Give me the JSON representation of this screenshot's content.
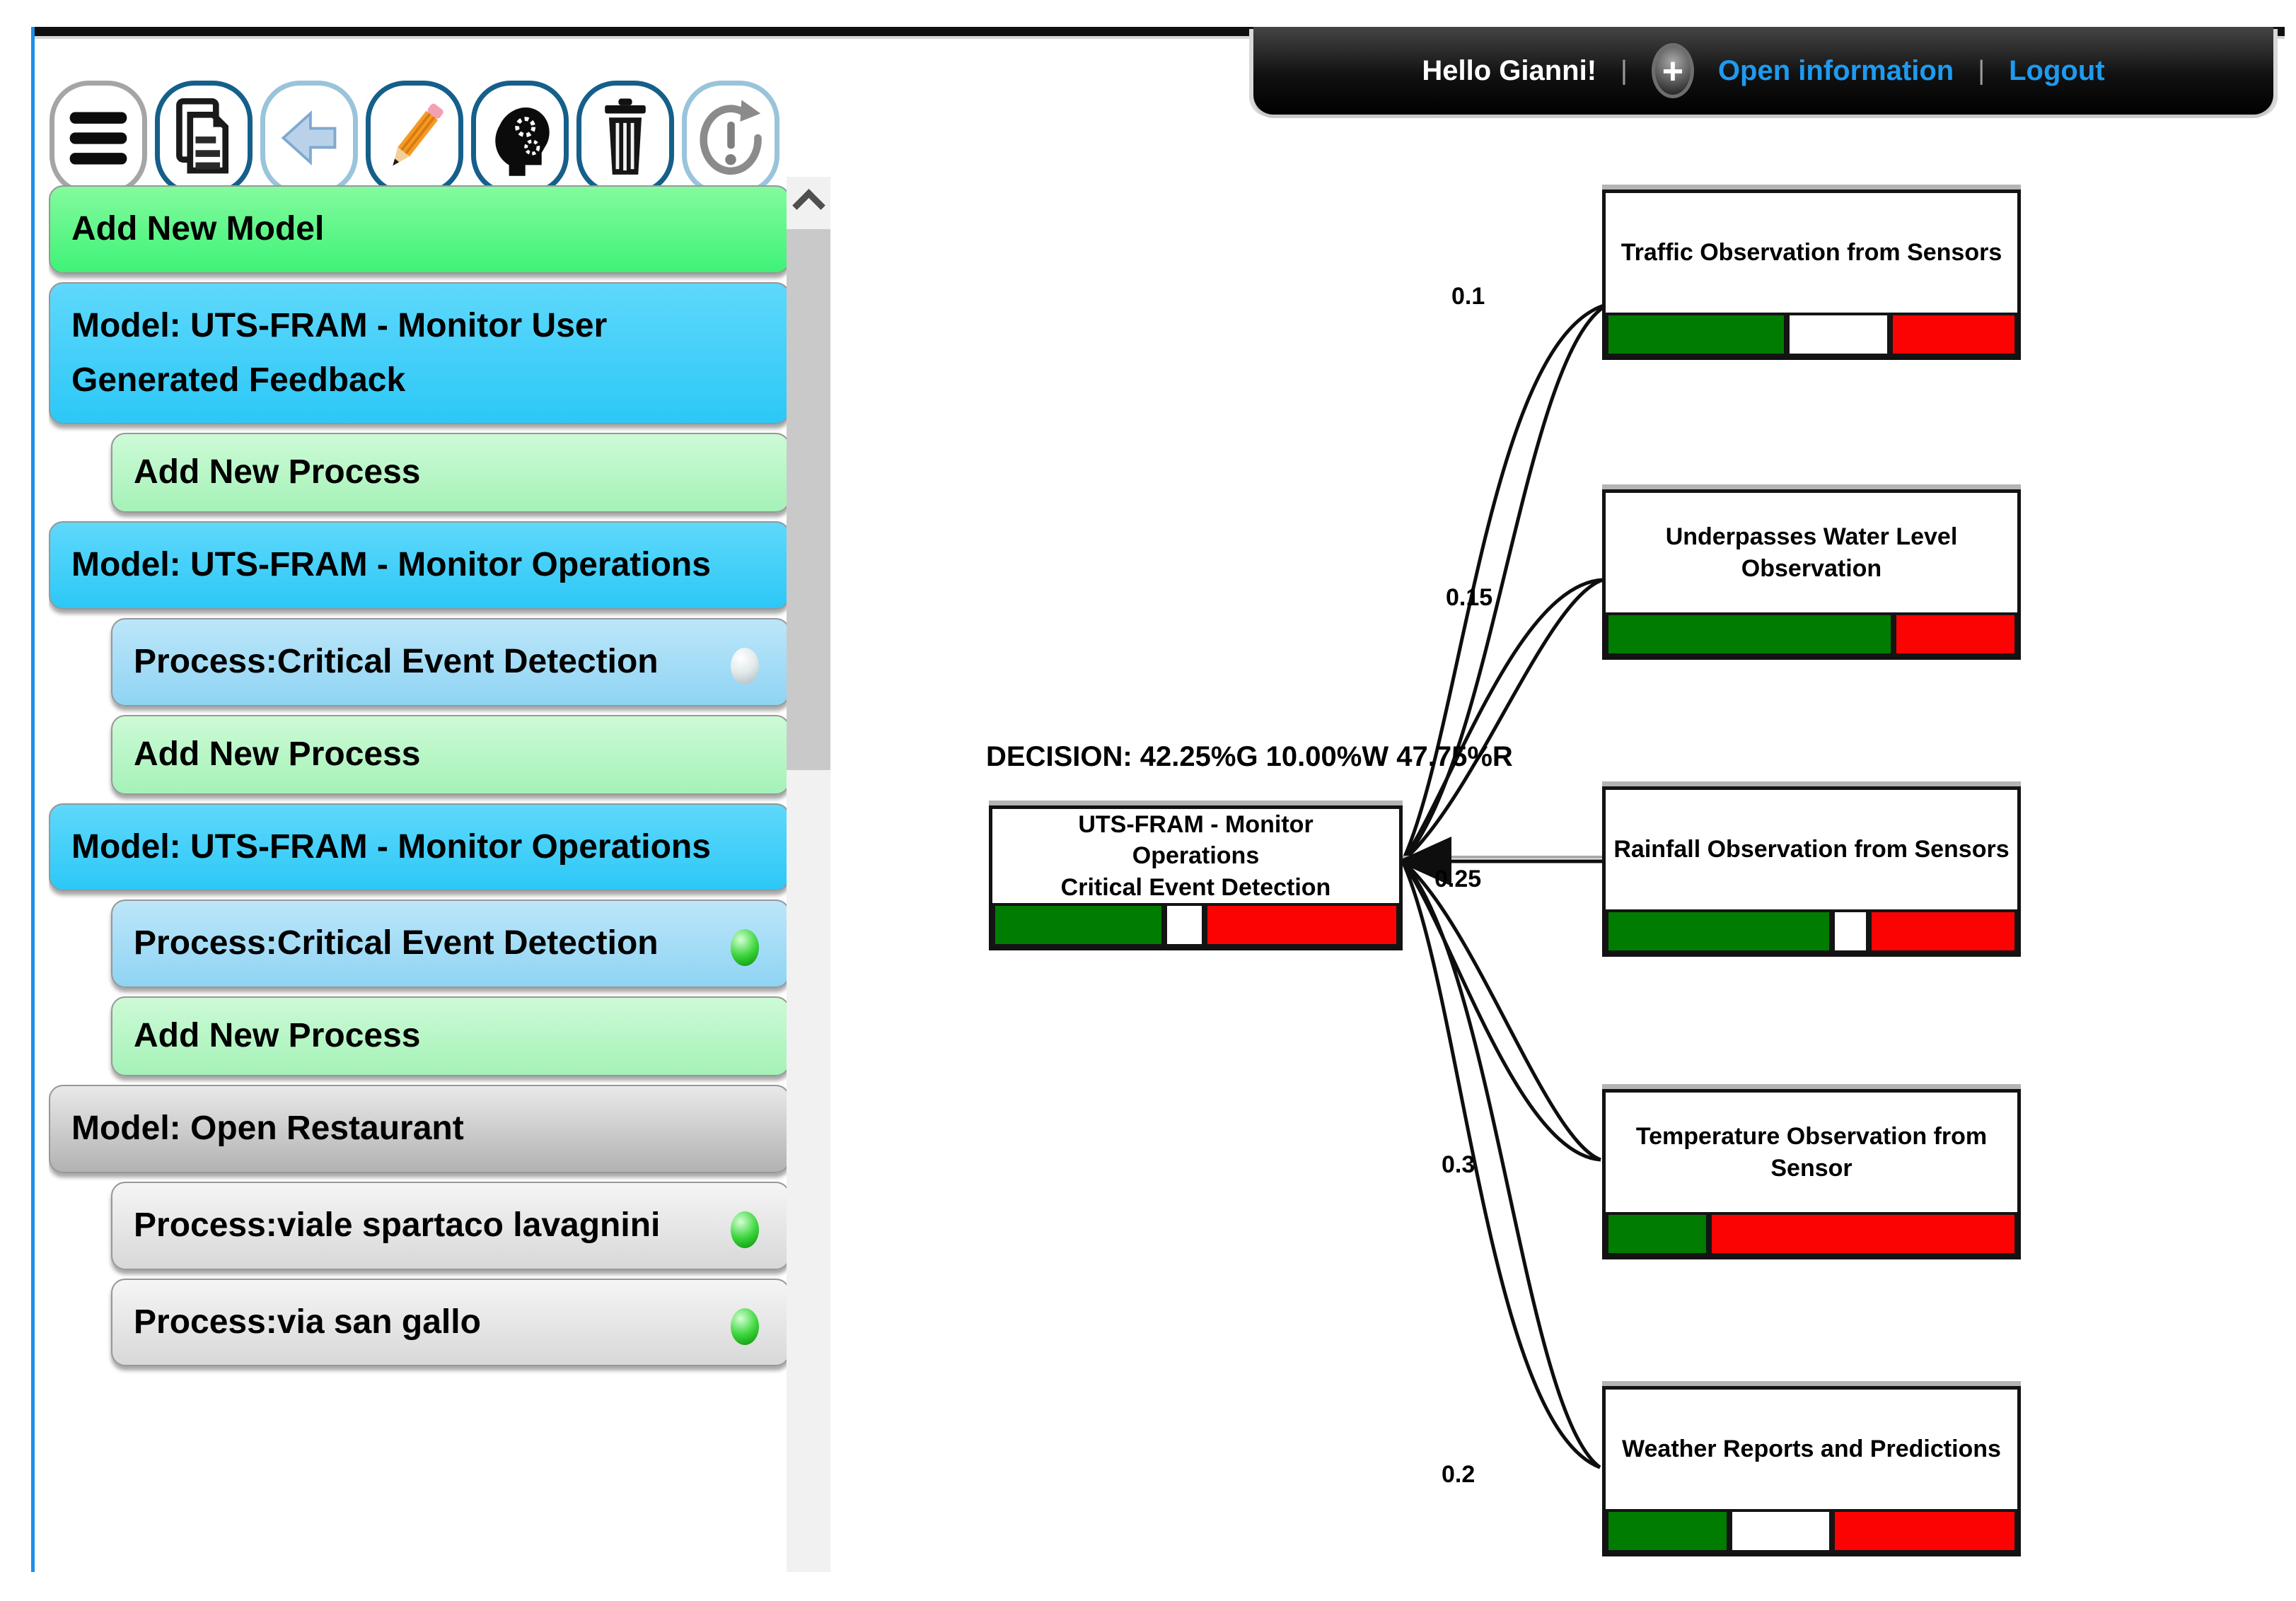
{
  "header": {
    "greeting": "Hello Gianni!",
    "separator": "|",
    "plus_label": "+",
    "links": [
      {
        "label": "Open information"
      },
      {
        "label": "Logout"
      }
    ],
    "link_color": "#1e9bf0"
  },
  "toolbar": {
    "icons": [
      {
        "name": "menu-icon"
      },
      {
        "name": "documents-icon"
      },
      {
        "name": "back-arrow-icon"
      },
      {
        "name": "edit-pencil-icon"
      },
      {
        "name": "head-gears-icon"
      },
      {
        "name": "delete-trash-icon"
      },
      {
        "name": "reset-power-icon"
      }
    ]
  },
  "sidebar": {
    "items": [
      {
        "type": "add-model",
        "label": "Add New Model"
      },
      {
        "type": "model-blue",
        "label": "Model: UTS-FRAM - Monitor User Generated Feedback"
      },
      {
        "type": "add-process",
        "label": "Add New Process"
      },
      {
        "type": "model-blue",
        "label": "Model: UTS-FRAM - Monitor Operations"
      },
      {
        "type": "process-blue",
        "label": "Process:Critical Event Detection",
        "status": "gray"
      },
      {
        "type": "add-process",
        "label": "Add New Process"
      },
      {
        "type": "model-blue",
        "label": "Model: UTS-FRAM - Monitor Operations"
      },
      {
        "type": "process-blue",
        "label": "Process:Critical Event Detection",
        "status": "green"
      },
      {
        "type": "add-process",
        "label": "Add New Process"
      },
      {
        "type": "model-gray",
        "label": "Model: Open Restaurant"
      },
      {
        "type": "process-gray",
        "label": "Process:viale spartaco lavagnini",
        "status": "green"
      },
      {
        "type": "process-gray",
        "label": "Process:via san gallo",
        "status": "green"
      }
    ]
  },
  "diagram": {
    "decision_label": "DECISION: 42.25%G 10.00%W 47.75%R",
    "colors": {
      "green": "#007d00",
      "white": "#ffffff",
      "red": "#fb0303"
    },
    "central": {
      "title_lines": [
        "UTS-FRAM - Monitor",
        "Operations",
        "Critical Event Detection"
      ],
      "bar": {
        "green": 42.25,
        "white": 10.0,
        "red": 47.75
      }
    },
    "nodes": [
      {
        "title": "Traffic Observation from Sensors",
        "weight": "0.1",
        "bar": {
          "green": 44,
          "white": 25,
          "red": 31
        }
      },
      {
        "title": "Underpasses Water Level Observation",
        "weight": "0.15",
        "bar": {
          "green": 70,
          "white": 0,
          "red": 30
        }
      },
      {
        "title": "Rainfall Observation from Sensors",
        "weight": "0.25",
        "bar": {
          "green": 55,
          "white": 9,
          "red": 36
        }
      },
      {
        "title": "Temperature Observation from Sensor",
        "weight": "0.3",
        "bar": {
          "green": 25,
          "white": 0,
          "red": 75
        }
      },
      {
        "title": "Weather Reports and Predictions",
        "weight": "0.2",
        "bar": {
          "green": 30,
          "white": 25,
          "red": 45
        }
      }
    ]
  }
}
